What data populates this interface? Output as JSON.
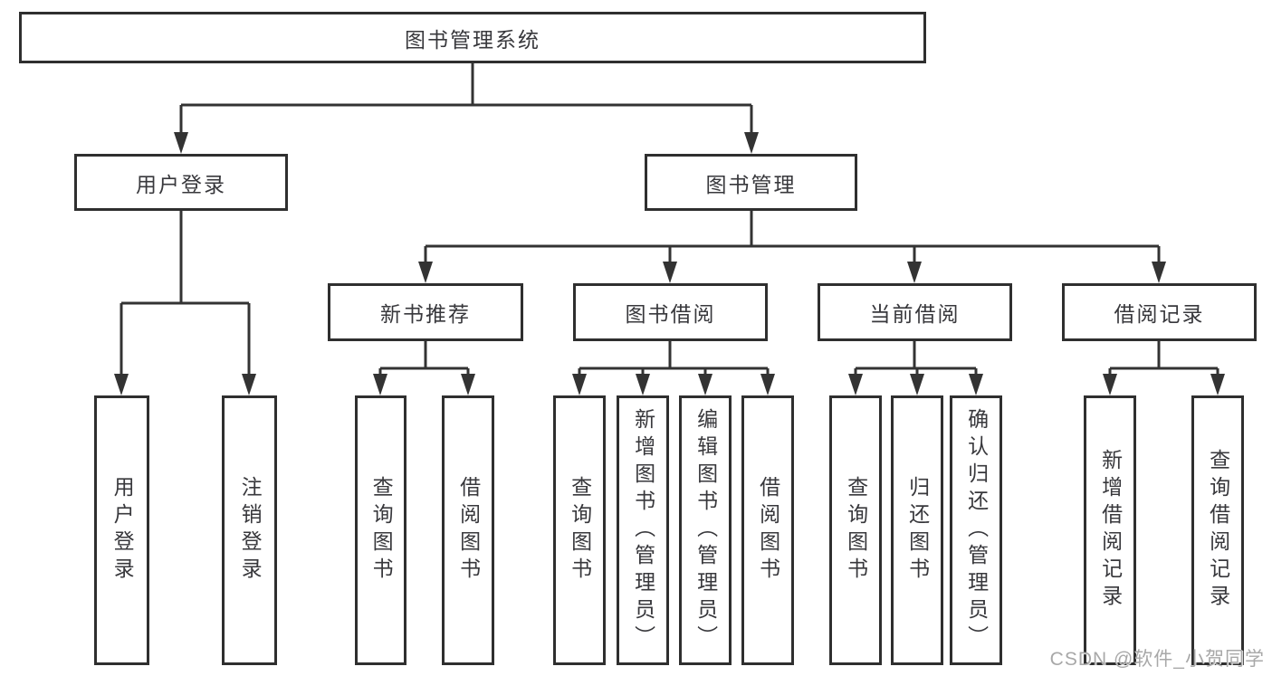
{
  "diagram": {
    "title": "图书管理系统",
    "tree": {
      "label": "图书管理系统",
      "children": [
        {
          "label": "用户登录",
          "children": [
            {
              "label": "用户登录"
            },
            {
              "label": "注销登录"
            }
          ]
        },
        {
          "label": "图书管理",
          "children": [
            {
              "label": "新书推荐",
              "children": [
                {
                  "label": "查询图书"
                },
                {
                  "label": "借阅图书"
                }
              ]
            },
            {
              "label": "图书借阅",
              "children": [
                {
                  "label": "查询图书"
                },
                {
                  "label": "新增图书（管理员）"
                },
                {
                  "label": "编辑图书（管理员）"
                },
                {
                  "label": "借阅图书"
                }
              ]
            },
            {
              "label": "当前借阅",
              "children": [
                {
                  "label": "查询图书"
                },
                {
                  "label": "归还图书"
                },
                {
                  "label": "确认归还（管理员）"
                }
              ]
            },
            {
              "label": "借阅记录",
              "children": [
                {
                  "label": "新增借阅记录"
                },
                {
                  "label": "查询借阅记录"
                }
              ]
            }
          ]
        }
      ]
    },
    "colors": {
      "connector": "#333333",
      "box_border": "#2f2f2f",
      "box_fill": "#ffffff",
      "text": "#38383c",
      "background": "#ffffff"
    }
  },
  "watermark": {
    "text": "CSDN @软件_小贺同学",
    "color": "#a8a8a8"
  }
}
